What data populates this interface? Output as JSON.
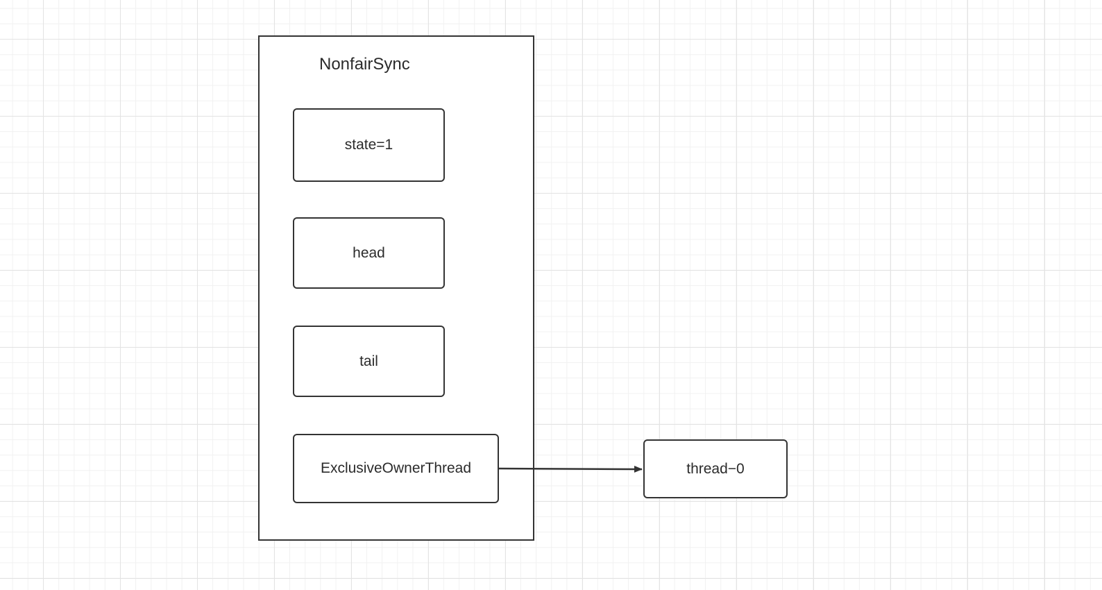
{
  "diagram": {
    "container": {
      "title": "NonfairSync"
    },
    "nodes": {
      "state": "state=1",
      "head": "head",
      "tail": "tail",
      "owner": "ExclusiveOwnerThread",
      "thread": "thread−0"
    }
  }
}
